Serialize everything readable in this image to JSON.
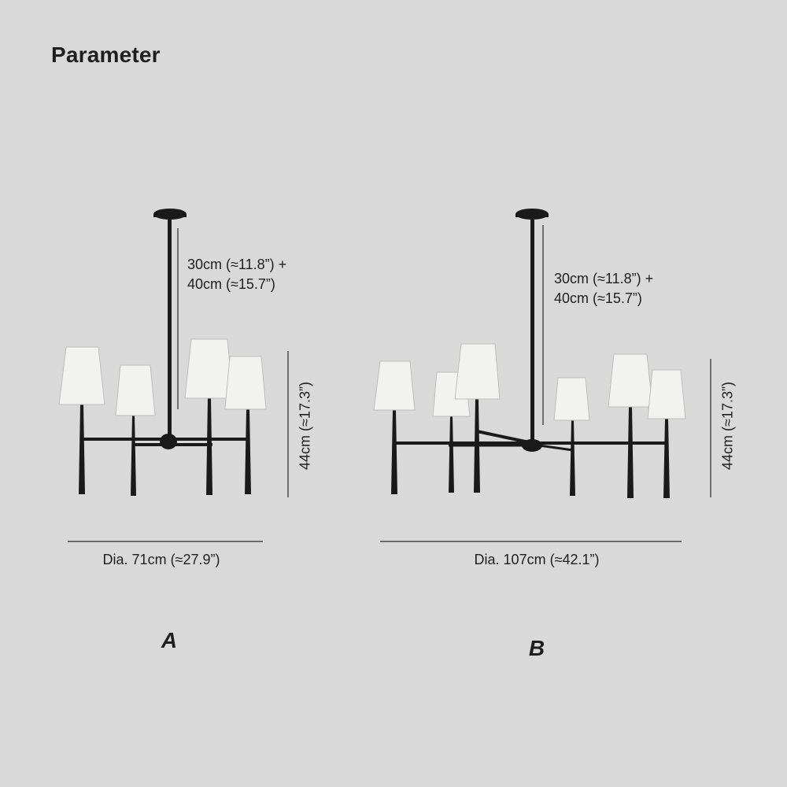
{
  "title": "Parameter",
  "colors": {
    "background": "#d9d9d9",
    "metal": "#1a1a1a",
    "shade": "#f2f2f0"
  },
  "variants": [
    {
      "id": "A",
      "label": "A",
      "lights": 4,
      "drop_line1": "30cm (≈11.8”) +",
      "drop_line2": "40cm (≈15.7”)",
      "height": "44cm (≈17.3”)",
      "diameter": "Dia. 71cm (≈27.9”)"
    },
    {
      "id": "B",
      "label": "B",
      "lights": 6,
      "drop_line1": "30cm (≈11.8”) +",
      "drop_line2": "40cm (≈15.7”)",
      "height": "44cm (≈17.3”)",
      "diameter": "Dia. 107cm (≈42.1”)"
    }
  ]
}
